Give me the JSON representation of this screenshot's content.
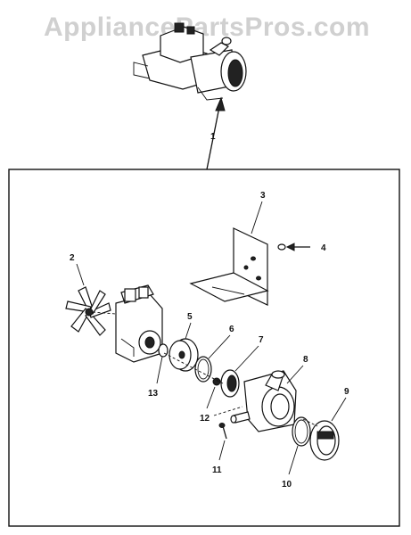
{
  "watermark": "AppliancePartsPros.com",
  "callouts": [
    "1",
    "2",
    "3",
    "4",
    "5",
    "6",
    "7",
    "8",
    "9",
    "10",
    "11",
    "12",
    "13"
  ],
  "colors": {
    "line": "#111111",
    "watermark": "#c8c8c8",
    "background": "#ffffff"
  }
}
